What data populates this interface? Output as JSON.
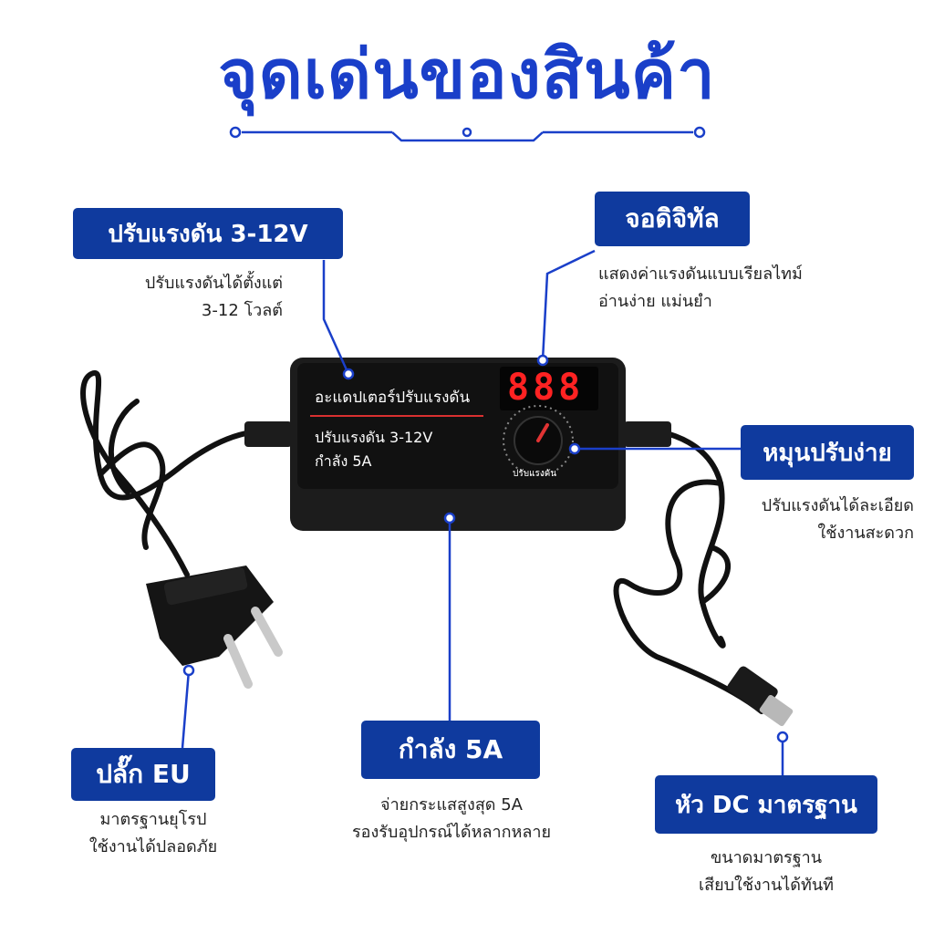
{
  "title": "จุดเด่นของสินค้า",
  "features": {
    "voltage": {
      "label": "ปรับแรงดัน 3-12V",
      "line1": "ปรับแรงดันได้ตั้งแต่",
      "line2": "3-12 โวลต์"
    },
    "display": {
      "label": "จอดิจิทัล",
      "line1": "แสดงค่าแรงดันแบบเรียลไทม์",
      "line2": "อ่านง่าย แม่นยำ"
    },
    "knob": {
      "label": "หมุนปรับง่าย",
      "line1": "ปรับแรงดันได้ละเอียด",
      "line2": "ใช้งานสะดวก"
    },
    "plug": {
      "label": "ปลั๊ก EU",
      "line1": "มาตรฐานยุโรป",
      "line2": "ใช้งานได้ปลอดภัย"
    },
    "power": {
      "label": "กำลัง 5A",
      "line1": "จ่ายกระแสสูงสุด 5A",
      "line2": "รองรับอุปกรณ์ได้หลากหลาย"
    },
    "dc": {
      "label": "หัว DC มาตรฐาน",
      "line1": "ขนาดมาตรฐาน",
      "line2": "เสียบใช้งานได้ทันที"
    }
  },
  "device": {
    "name": "อะแดปเตอร์ปรับแรงดัน",
    "spec1": "ปรับแรงดัน 3-12V",
    "spec2": "กำลัง 5A",
    "display_value": "888",
    "knob_label": "ปรับแรงดัน"
  },
  "colors": {
    "accent": "#1a3fc9",
    "label_bg": "#0f3a9e",
    "display_red": "#ff2222",
    "device_body": "#1c1c1c"
  }
}
